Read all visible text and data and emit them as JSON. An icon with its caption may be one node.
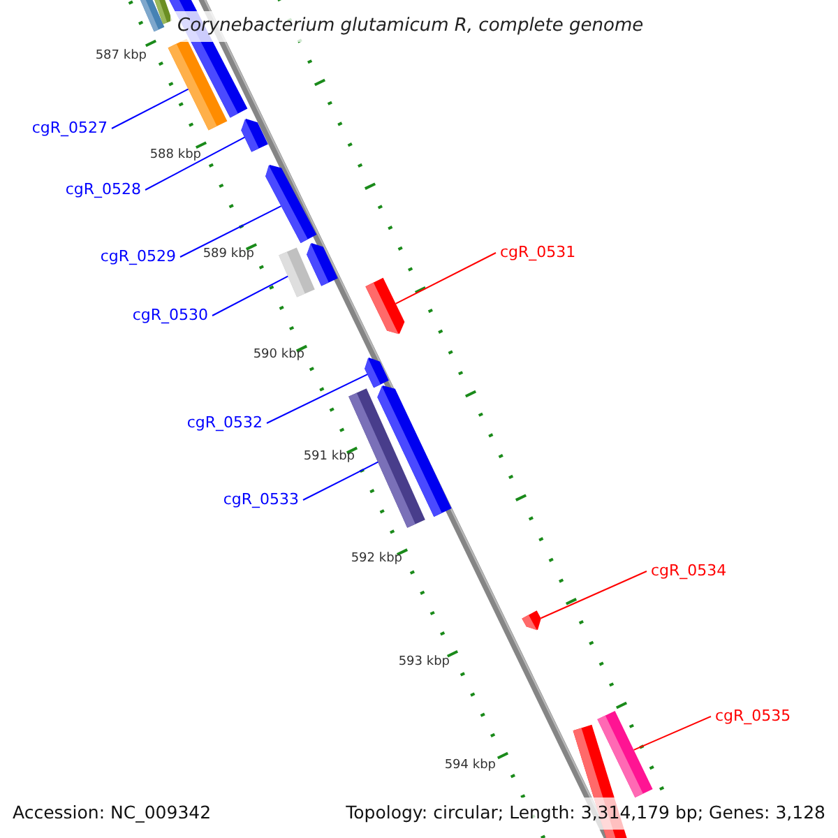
{
  "diagram": {
    "title": "Corynebacterium glutamicum R, complete genome",
    "nodes": [
      {
        "text": [
          "cgR_0527"
        ]
      },
      {
        "text": [
          "cgR_0528"
        ]
      },
      {
        "text": [
          "cgR_0531"
        ]
      },
      {
        "text": [
          "cgR_0529"
        ]
      },
      {
        "text": [
          "cgR_0530"
        ]
      },
      {
        "text": [
          "cgR_0532"
        ]
      },
      {
        "text": [
          "cgR_0533"
        ]
      },
      {
        "text": [
          "cgR_0534"
        ]
      },
      {
        "text": [
          "cgR_0535"
        ]
      },
      {
        "text": [],
        "shape": "bar"
      },
      {
        "text": [],
        "shape": "bar"
      },
      {
        "text": [],
        "shape": "bar"
      },
      {
        "text": [],
        "shape": "bar"
      },
      {
        "text": [],
        "shape": "bar"
      },
      {
        "text": [],
        "shape": "bar"
      },
      {
        "text": [],
        "shape": "bar"
      },
      {
        "text": [],
        "shape": "bar"
      },
      {
        "text": [],
        "shape": "bar"
      },
      {
        "text": [],
        "shape": "bar"
      },
      {
        "text": [],
        "shape": "bar"
      },
      {
        "text": [],
        "shape": "bar"
      },
      {
        "text": [],
        "shape": "bar"
      },
      {
        "text": [],
        "shape": "bar"
      },
      {
        "text": [],
        "shape": "bar"
      }
    ],
    "edges": [
      {
        "from": 0,
        "to": 12,
        "arrow": "none"
      },
      {
        "from": 1,
        "to": 13,
        "arrow": "none"
      },
      {
        "from": 2,
        "to": 17,
        "arrow": "none",
        "color": "#ff0000"
      },
      {
        "from": 3,
        "to": 14,
        "arrow": "none"
      },
      {
        "from": 4,
        "to": 15,
        "arrow": "none"
      },
      {
        "from": 5,
        "to": 18,
        "arrow": "none"
      },
      {
        "from": 6,
        "to": 19,
        "arrow": "none"
      },
      {
        "from": 7,
        "to": 21,
        "arrow": "none",
        "color": "#ff0000"
      },
      {
        "from": 8,
        "to": 23,
        "arrow": "none",
        "color": "#ff0000"
      }
    ],
    "labels": [
      "587 kbp",
      "588 kbp",
      "589 kbp",
      "590 kbp",
      "591 kbp",
      "592 kbp",
      "593 kbp",
      "594 kbp",
      "Accession: NC_009342",
      "Topology: circular; Length: 3,314,179 bp; Genes: 3,128"
    ]
  }
}
